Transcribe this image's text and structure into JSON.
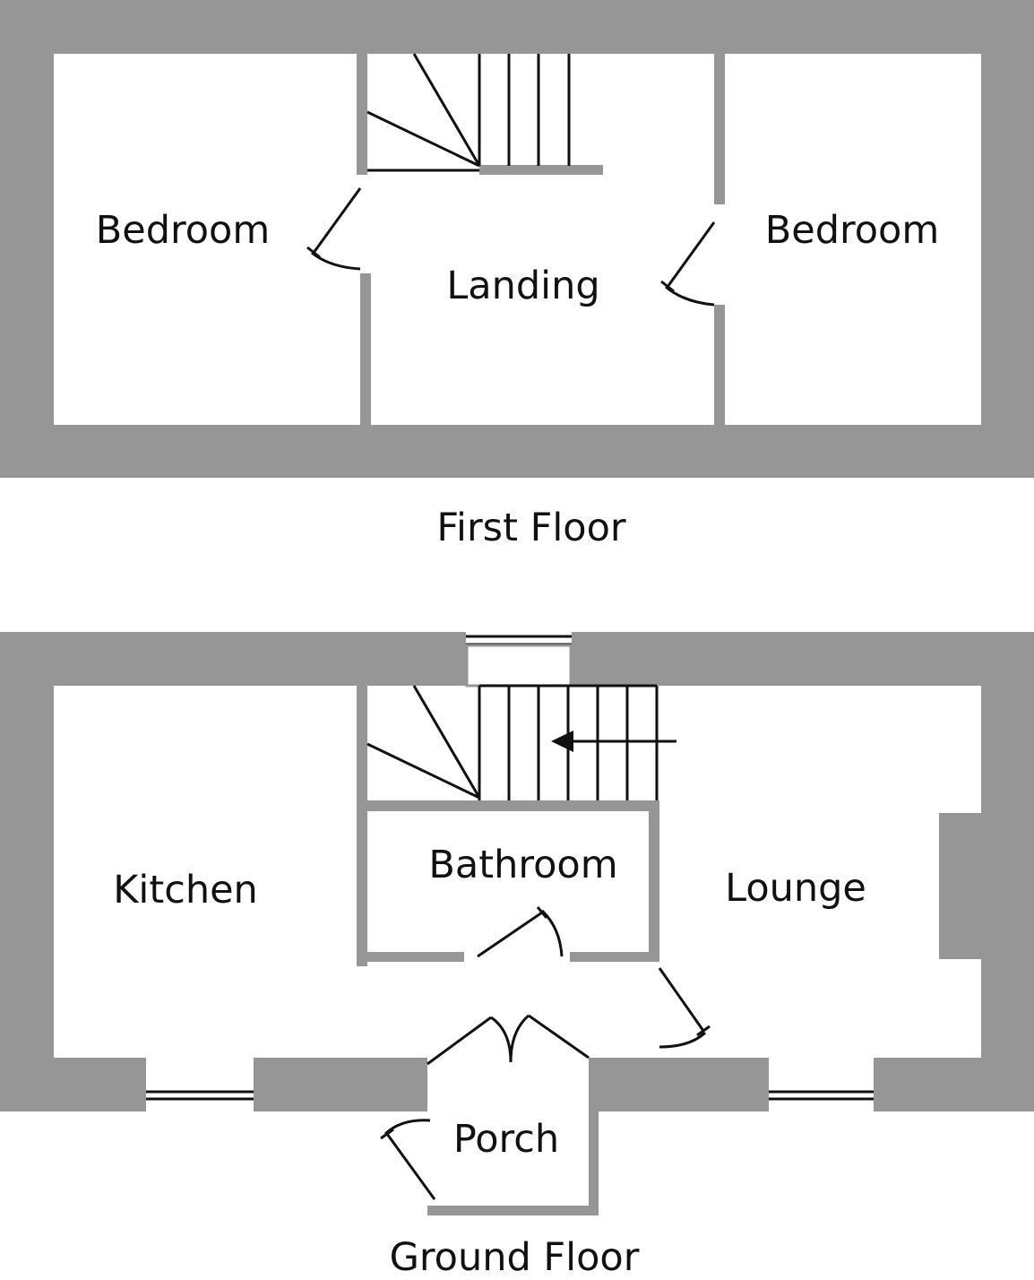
{
  "colors": {
    "wall": "#969696",
    "line": "#111111",
    "background": "#ffffff"
  },
  "first_floor": {
    "title": "First Floor",
    "rooms": [
      "Bedroom",
      "Landing",
      "Bedroom"
    ]
  },
  "ground_floor": {
    "title": "Ground Floor",
    "rooms": [
      "Kitchen",
      "Bathroom",
      "Lounge",
      "Porch"
    ]
  }
}
